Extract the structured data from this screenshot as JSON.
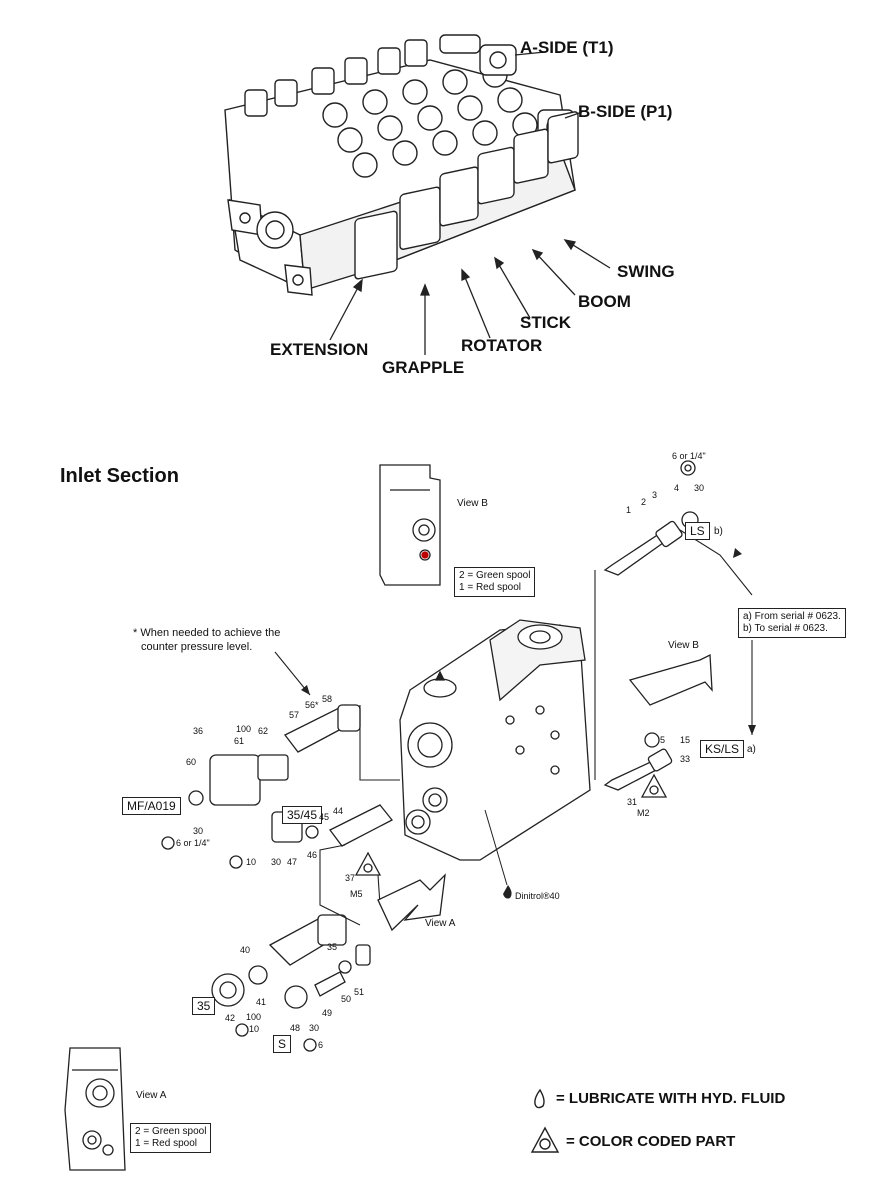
{
  "top_diagram": {
    "labels": {
      "a_side": "A-SIDE (T1)",
      "b_side": "B-SIDE (P1)",
      "swing": "SWING",
      "boom": "BOOM",
      "stick": "STICK",
      "rotator": "ROTATOR",
      "extension": "EXTENSION",
      "grapple": "GRAPPLE"
    }
  },
  "inlet_section": {
    "title": "Inlet Section",
    "view_b_label": "View B",
    "view_b_note": [
      "2 = Green spool",
      "1 = Red spool"
    ],
    "view_b_arrow_label": "View B",
    "view_a_label": "View A",
    "view_a_arrow_label": "View A",
    "view_a_note": [
      "2 = Green spool",
      "1 = Red spool"
    ],
    "asterisk_note": [
      "* When needed to achieve the",
      "counter pressure level."
    ],
    "serial_note": [
      "a) From serial # 0623.",
      "b) To serial # 0623."
    ],
    "boxes": {
      "ls": "LS",
      "ks_ls": "KS/LS",
      "mf": "MF/A019",
      "b3545": "35/45",
      "b35": "35",
      "s": "S"
    },
    "box_suffix": {
      "ls": "b)",
      "ks_ls": "a)"
    },
    "dinitrol": "Dinitrol®40",
    "part_numbers": {
      "p6or14_top": "6 or 1/4\"",
      "p4": "4",
      "p30_top": "30",
      "p1": "1",
      "p2": "2",
      "p3": "3",
      "p5": "5",
      "p15": "15",
      "p33": "33",
      "p31": "31",
      "pM2": "M2",
      "p36": "36",
      "p100a": "100",
      "p61": "61",
      "p62": "62",
      "p57": "57",
      "p56": "56*",
      "p58": "58",
      "p60": "60",
      "p30b": "30",
      "p6or14b": "6 or 1/4\"",
      "p45": "45",
      "p44": "44",
      "p46": "46",
      "p10a": "10",
      "p30c": "30",
      "p47": "47",
      "p37": "37",
      "pM5": "M5",
      "p40": "40",
      "p35": "35",
      "p41": "41",
      "p42": "42",
      "p100b": "100",
      "p10b": "10",
      "p49": "49",
      "p50": "50",
      "p51": "51",
      "p48": "48",
      "p30d": "30",
      "p6": "6"
    }
  },
  "legend": {
    "lubricate": "= LUBRICATE WITH HYD. FLUID",
    "color_coded": "= COLOR CODED PART"
  }
}
